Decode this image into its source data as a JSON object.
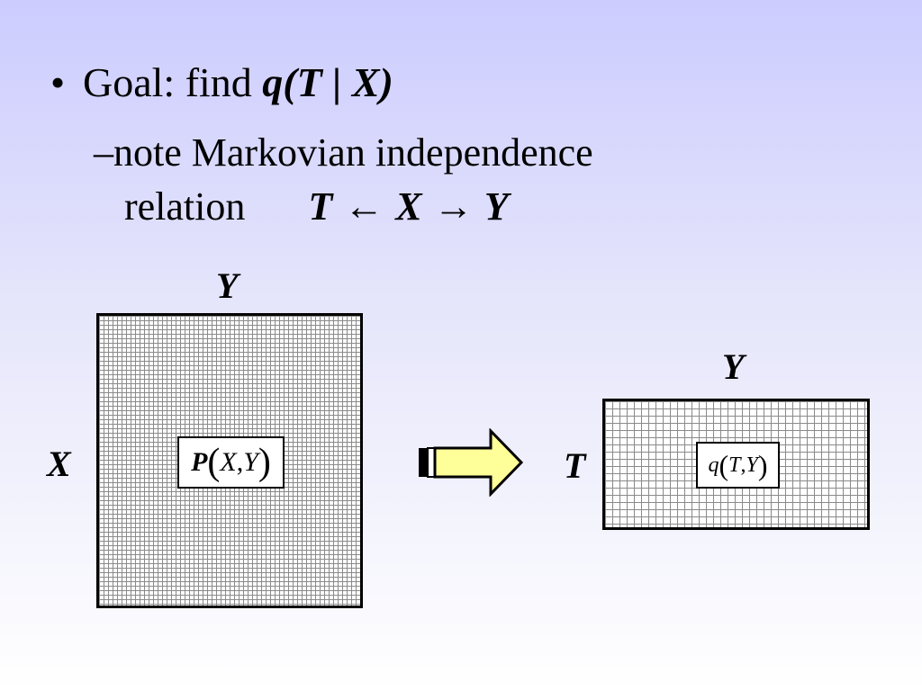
{
  "slide": {
    "bullet_symbol": "•",
    "goal_text": "Goal: find ",
    "goal_math": "q(T | X)",
    "sub_dash": "–",
    "sub_text_line1": "note Markovian independence",
    "sub_text_line2": "relation",
    "relation": {
      "left": "T",
      "arrow_left": "←",
      "middle": "X",
      "arrow_right": "→",
      "right": "Y"
    }
  },
  "diagram": {
    "big_matrix": {
      "col_label": "Y",
      "row_label": "X",
      "cell_func": "P",
      "cell_arg1": "X",
      "cell_sep": ",",
      "cell_arg2": "Y",
      "paren_open": "(",
      "paren_close": ")"
    },
    "small_matrix": {
      "col_label": "Y",
      "row_label": "T",
      "cell_func": "q",
      "cell_arg1": "T",
      "cell_sep": ",",
      "cell_arg2": "Y",
      "paren_open": "(",
      "paren_close": ")"
    },
    "arrow_icon": "block-right-arrow-icon",
    "colors": {
      "arrow_fill": "#ffff99",
      "grid_line": "#8a8a8a",
      "bg_top": "#ccccff",
      "bg_bottom": "#ffffff"
    }
  }
}
